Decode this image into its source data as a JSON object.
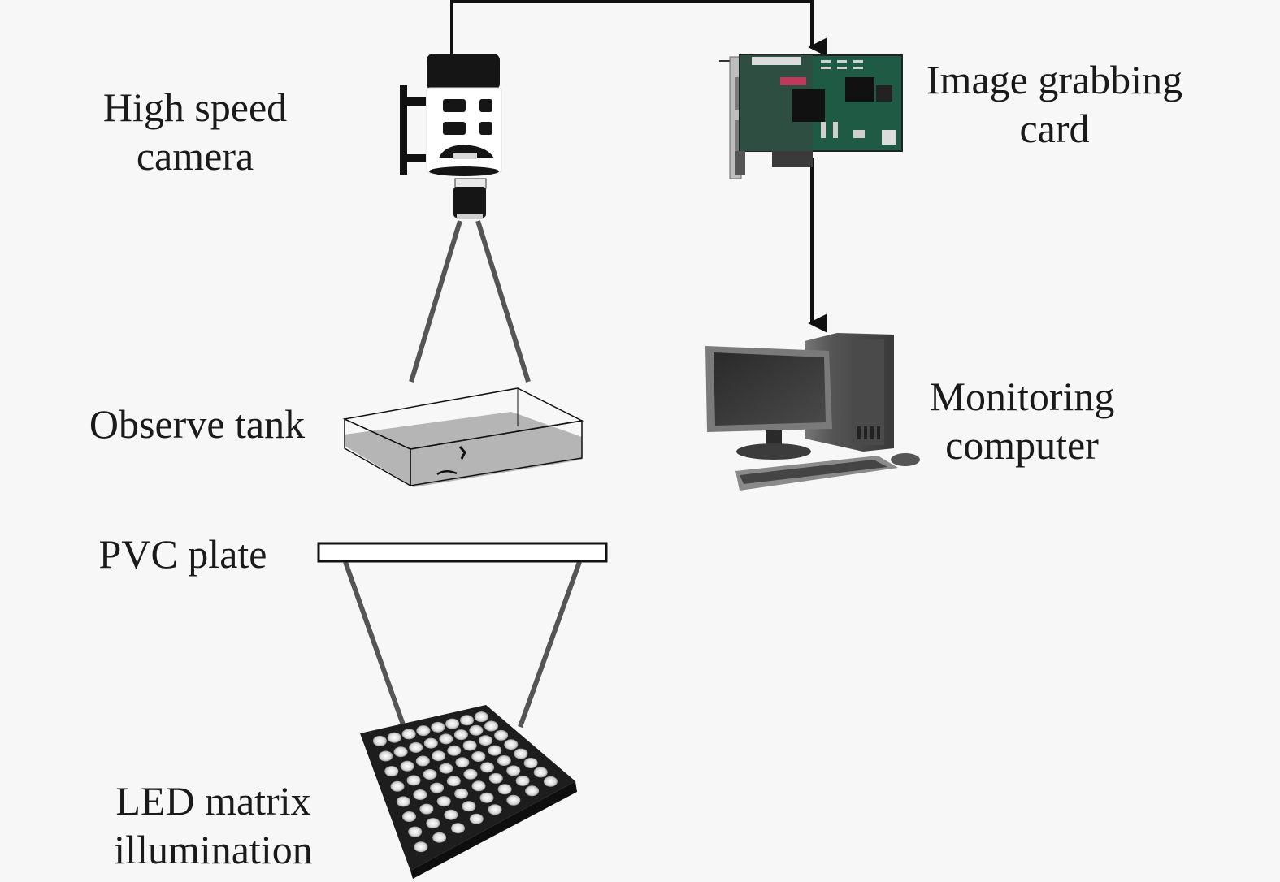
{
  "title": "Experimental setup",
  "labels": {
    "camera": [
      "High speed",
      "camera"
    ],
    "grabber": [
      "Image grabbing",
      "card"
    ],
    "tank": [
      "Observe tank"
    ],
    "computer": [
      "Monitoring",
      "computer"
    ],
    "plate": [
      "PVC plate"
    ],
    "led": [
      "LED matrix",
      "illumination"
    ]
  },
  "connections": [
    {
      "from": "camera",
      "to": "grabber",
      "type": "arrow"
    },
    {
      "from": "grabber",
      "to": "computer",
      "type": "arrow"
    },
    {
      "from": "camera",
      "to": "tank",
      "type": "field-of-view"
    },
    {
      "from": "led",
      "to": "plate",
      "type": "light-cone"
    }
  ],
  "colors": {
    "background": "#f7f7f7",
    "line": "#111111",
    "beam": "#555555",
    "pcb": "#1f5a45",
    "water": "#b5b5b5",
    "device_dark": "#3a3a3a"
  }
}
